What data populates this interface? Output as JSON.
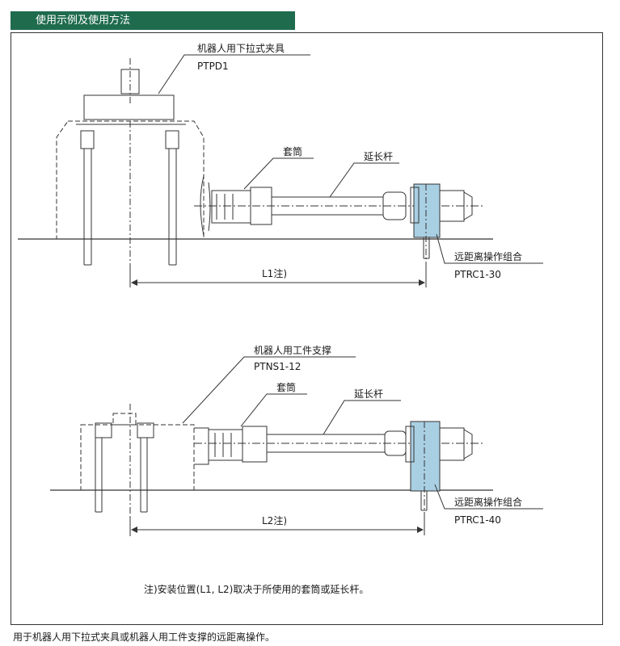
{
  "header": {
    "title": "使用示例及使用方法"
  },
  "diagram1": {
    "clamp_name": "机器人用下拉式夹具",
    "clamp_model": "PTPD1",
    "socket_label": "套筒",
    "rod_label": "延长杆",
    "remote_name": "远距离操作组合",
    "remote_model": "PTRC1-30",
    "dimension": "L1注)"
  },
  "diagram2": {
    "support_name": "机器人用工件支撑",
    "support_model": "PTNS1-12",
    "socket_label": "套筒",
    "rod_label": "延长杆",
    "remote_name": "远距离操作组合",
    "remote_model": "PTRC1-40",
    "dimension": "L2注)"
  },
  "note": "注)安装位置(L1, L2)取决于所使用的套筒或延长杆。",
  "footer": "用于机器人用下拉式夹具或机器人用工件支撑的远距离操作。",
  "colors": {
    "header_bg": "#1f6b4e",
    "highlight_blue": "#a9cfe3",
    "line": "#333333"
  }
}
